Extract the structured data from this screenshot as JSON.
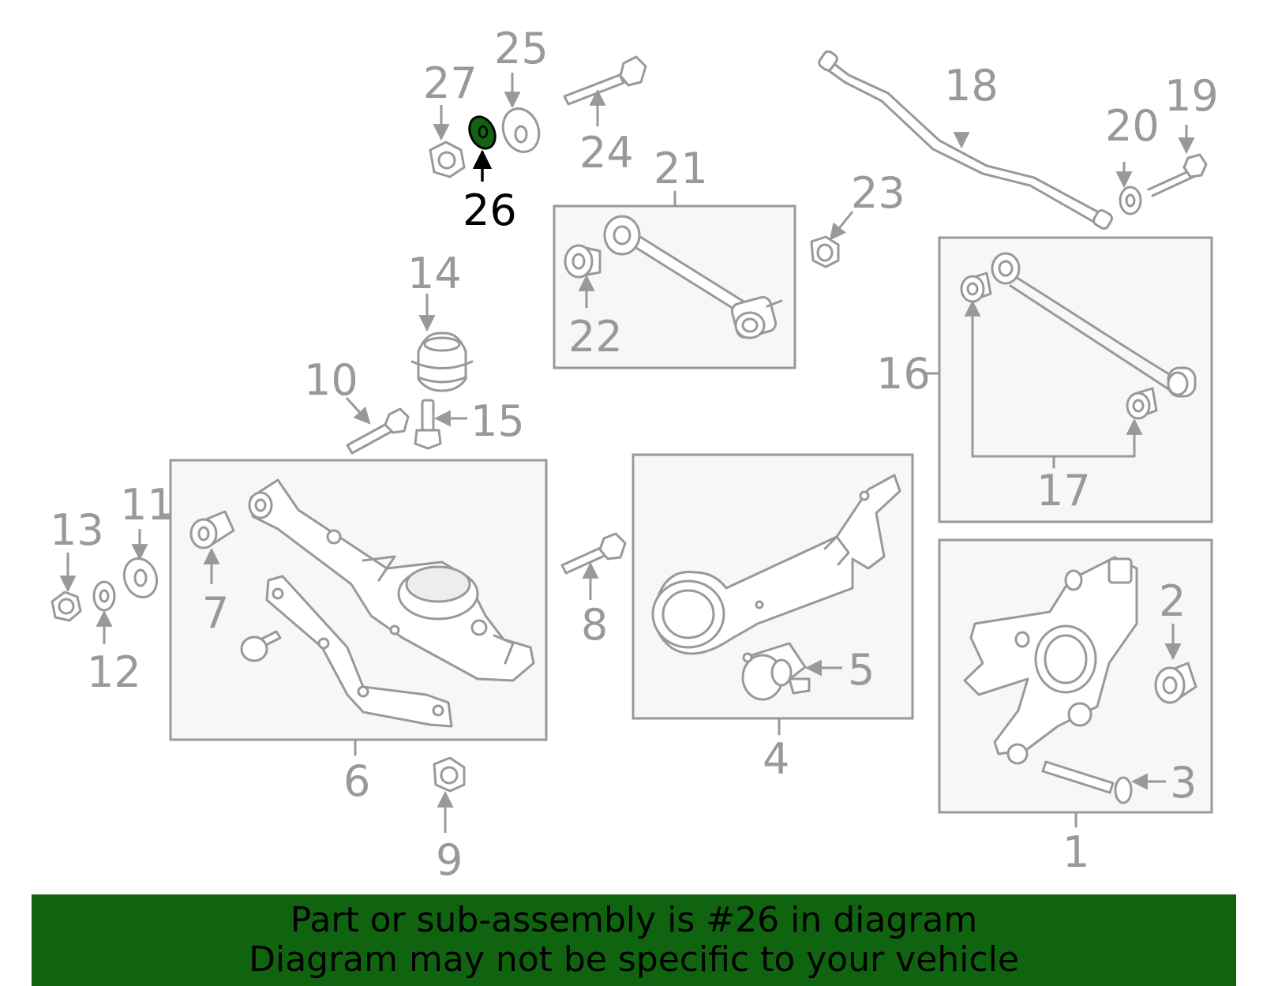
{
  "diagram": {
    "highlighted_part": "26",
    "highlight_color": "#106414",
    "labels": {
      "p1": "1",
      "p2": "2",
      "p3": "3",
      "p4": "4",
      "p5": "5",
      "p6": "6",
      "p7": "7",
      "p8": "8",
      "p9": "9",
      "p10": "10",
      "p11": "11",
      "p12": "12",
      "p13": "13",
      "p14": "14",
      "p15": "15",
      "p16": "16",
      "p17": "17",
      "p18": "18",
      "p19": "19",
      "p20": "20",
      "p21": "21",
      "p22": "22",
      "p23": "23",
      "p24": "24",
      "p25": "25",
      "p26": "26",
      "p27": "27"
    }
  },
  "banner": {
    "line1": "Part or sub-assembly is #26 in diagram",
    "line2": "Diagram may not be specific to your vehicle",
    "color": "#106410"
  }
}
